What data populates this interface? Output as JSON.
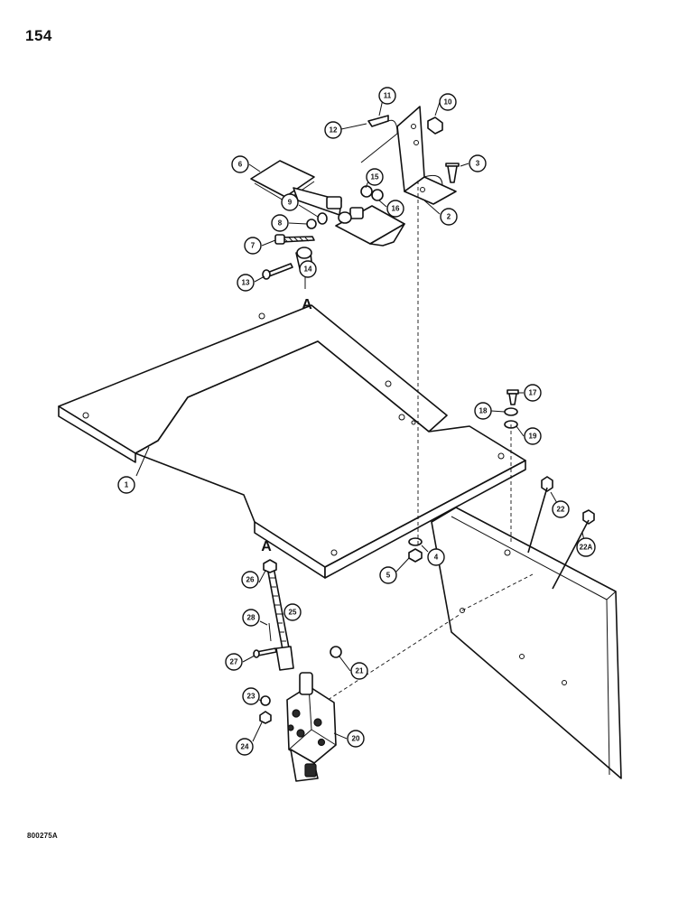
{
  "page_number": "154",
  "reference_code": "800275A",
  "view_markers": [
    "A",
    "A"
  ],
  "callouts": [
    "1",
    "2",
    "3",
    "4",
    "5",
    "6",
    "7",
    "8",
    "9",
    "10",
    "11",
    "12",
    "13",
    "14",
    "15",
    "16",
    "17",
    "18",
    "19",
    "20",
    "21",
    "22",
    "22A",
    "23",
    "24",
    "25",
    "26",
    "27",
    "28"
  ]
}
